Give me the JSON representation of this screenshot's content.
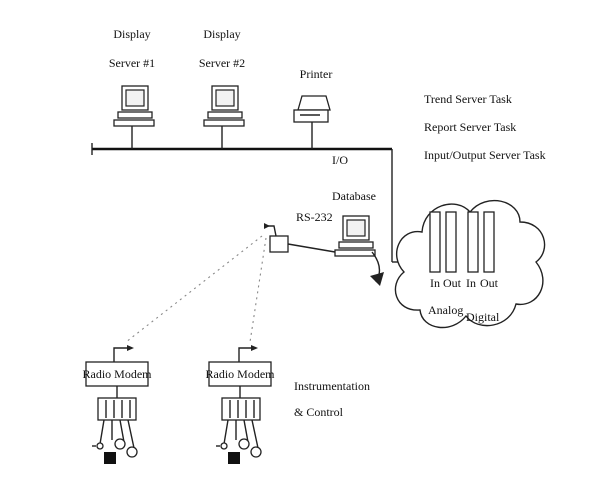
{
  "labels": {
    "display1_line1": "Display",
    "display1_line2": "Server #1",
    "display2_line1": "Display",
    "display2_line2": "Server #2",
    "printer": "Printer",
    "io_line1": "I/O",
    "io_line2": "Database",
    "rs232": "RS-232",
    "task1": "Trend Server Task",
    "task2": "Report Server Task",
    "task3": "Input/Output Server Task",
    "in1": "In",
    "out1": "Out",
    "in2": "In",
    "out2": "Out",
    "analog": "Analog",
    "digital": "Digital",
    "modem1": "Radio Modem",
    "modem2": "Radio Modem",
    "instr_line1": "Instrumentation",
    "instr_line2": "& Control"
  }
}
